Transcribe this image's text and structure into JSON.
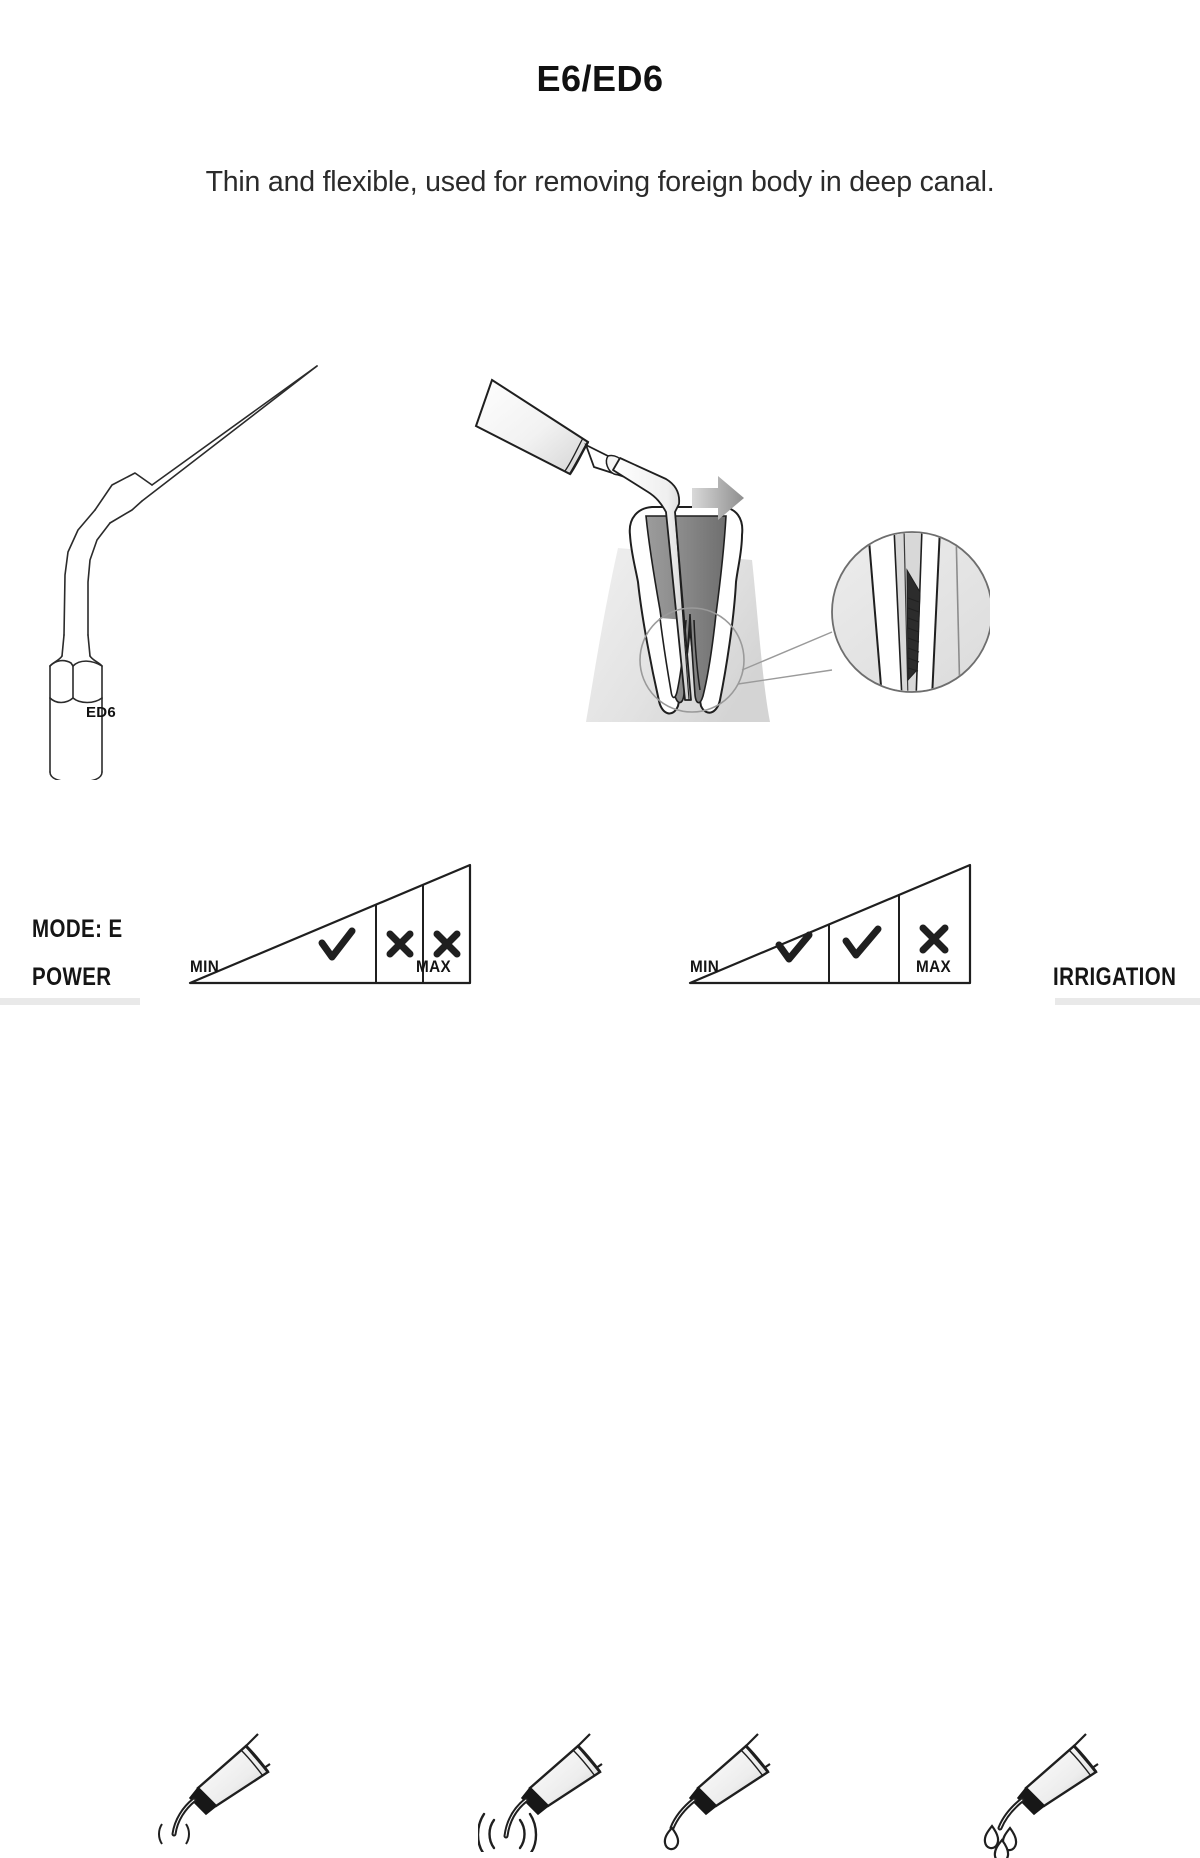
{
  "header": {
    "title": "E6/ED6",
    "subtitle": "Thin and flexible, used for removing foreign body in deep canal."
  },
  "illustration": {
    "tip_label": "ED6",
    "tip_icon": "dental-scaler-tip",
    "tooth_icon": "tooth-cross-section-with-handpiece",
    "magnifier_icon": "magnified-canal-detail",
    "arrow_icon": "right-arrow-icon"
  },
  "parameters": {
    "mode_label": "MODE: E",
    "power_label": "POWER",
    "irrigation_label": "IRRIGATION",
    "power_gauge": {
      "min_label": "MIN",
      "max_label": "MAX",
      "zones": [
        "check",
        "cross",
        "cross"
      ]
    },
    "irrigation_gauge": {
      "min_label": "MIN",
      "max_label": "MAX",
      "zones": [
        "check",
        "check",
        "cross"
      ]
    },
    "icons": {
      "handpiece_plain": "handpiece-icon",
      "handpiece_vibration": "handpiece-vibration-icon",
      "handpiece_drop": "handpiece-single-drop-icon",
      "handpiece_drops": "handpiece-multiple-drops-icon"
    }
  },
  "colors": {
    "text": "#151515",
    "line": "#2b2b2b",
    "rule": "#e9e9e9",
    "shade_dark": "#7d7d7d",
    "shade_light": "#e3e3e3"
  }
}
